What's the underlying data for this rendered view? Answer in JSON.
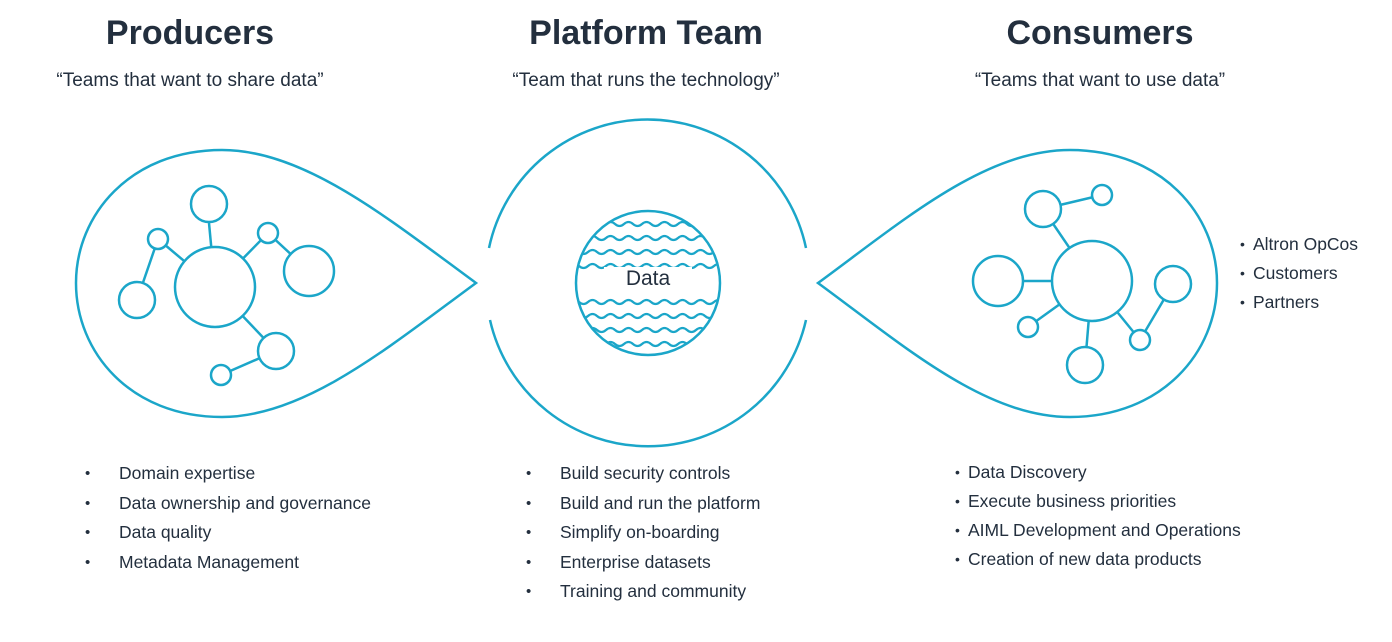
{
  "producers": {
    "title": "Producers",
    "subtitle": "“Teams that want to share data”",
    "items": [
      "Domain expertise",
      "Data ownership and governance",
      "Data quality",
      "Metadata Management"
    ]
  },
  "platform": {
    "title": "Platform Team",
    "subtitle": "“Team that runs the technology”",
    "center_label": "Data",
    "items": [
      "Build security controls",
      "Build and run the platform",
      "Simplify on-boarding",
      "Enterprise datasets",
      "Training and community"
    ]
  },
  "consumers": {
    "title": "Consumers",
    "subtitle": "“Teams that want to use data”",
    "side_items": [
      "Altron OpCos",
      "Customers",
      "Partners"
    ],
    "items": [
      "Data Discovery",
      "Execute business priorities",
      "AIML Development and Operations",
      "Creation of new data products"
    ]
  },
  "colors": {
    "accent": "#1ba6c9",
    "text": "#232f3e"
  },
  "icons": [
    "producer-network-icon",
    "consumer-network-icon",
    "data-globe-icon"
  ]
}
